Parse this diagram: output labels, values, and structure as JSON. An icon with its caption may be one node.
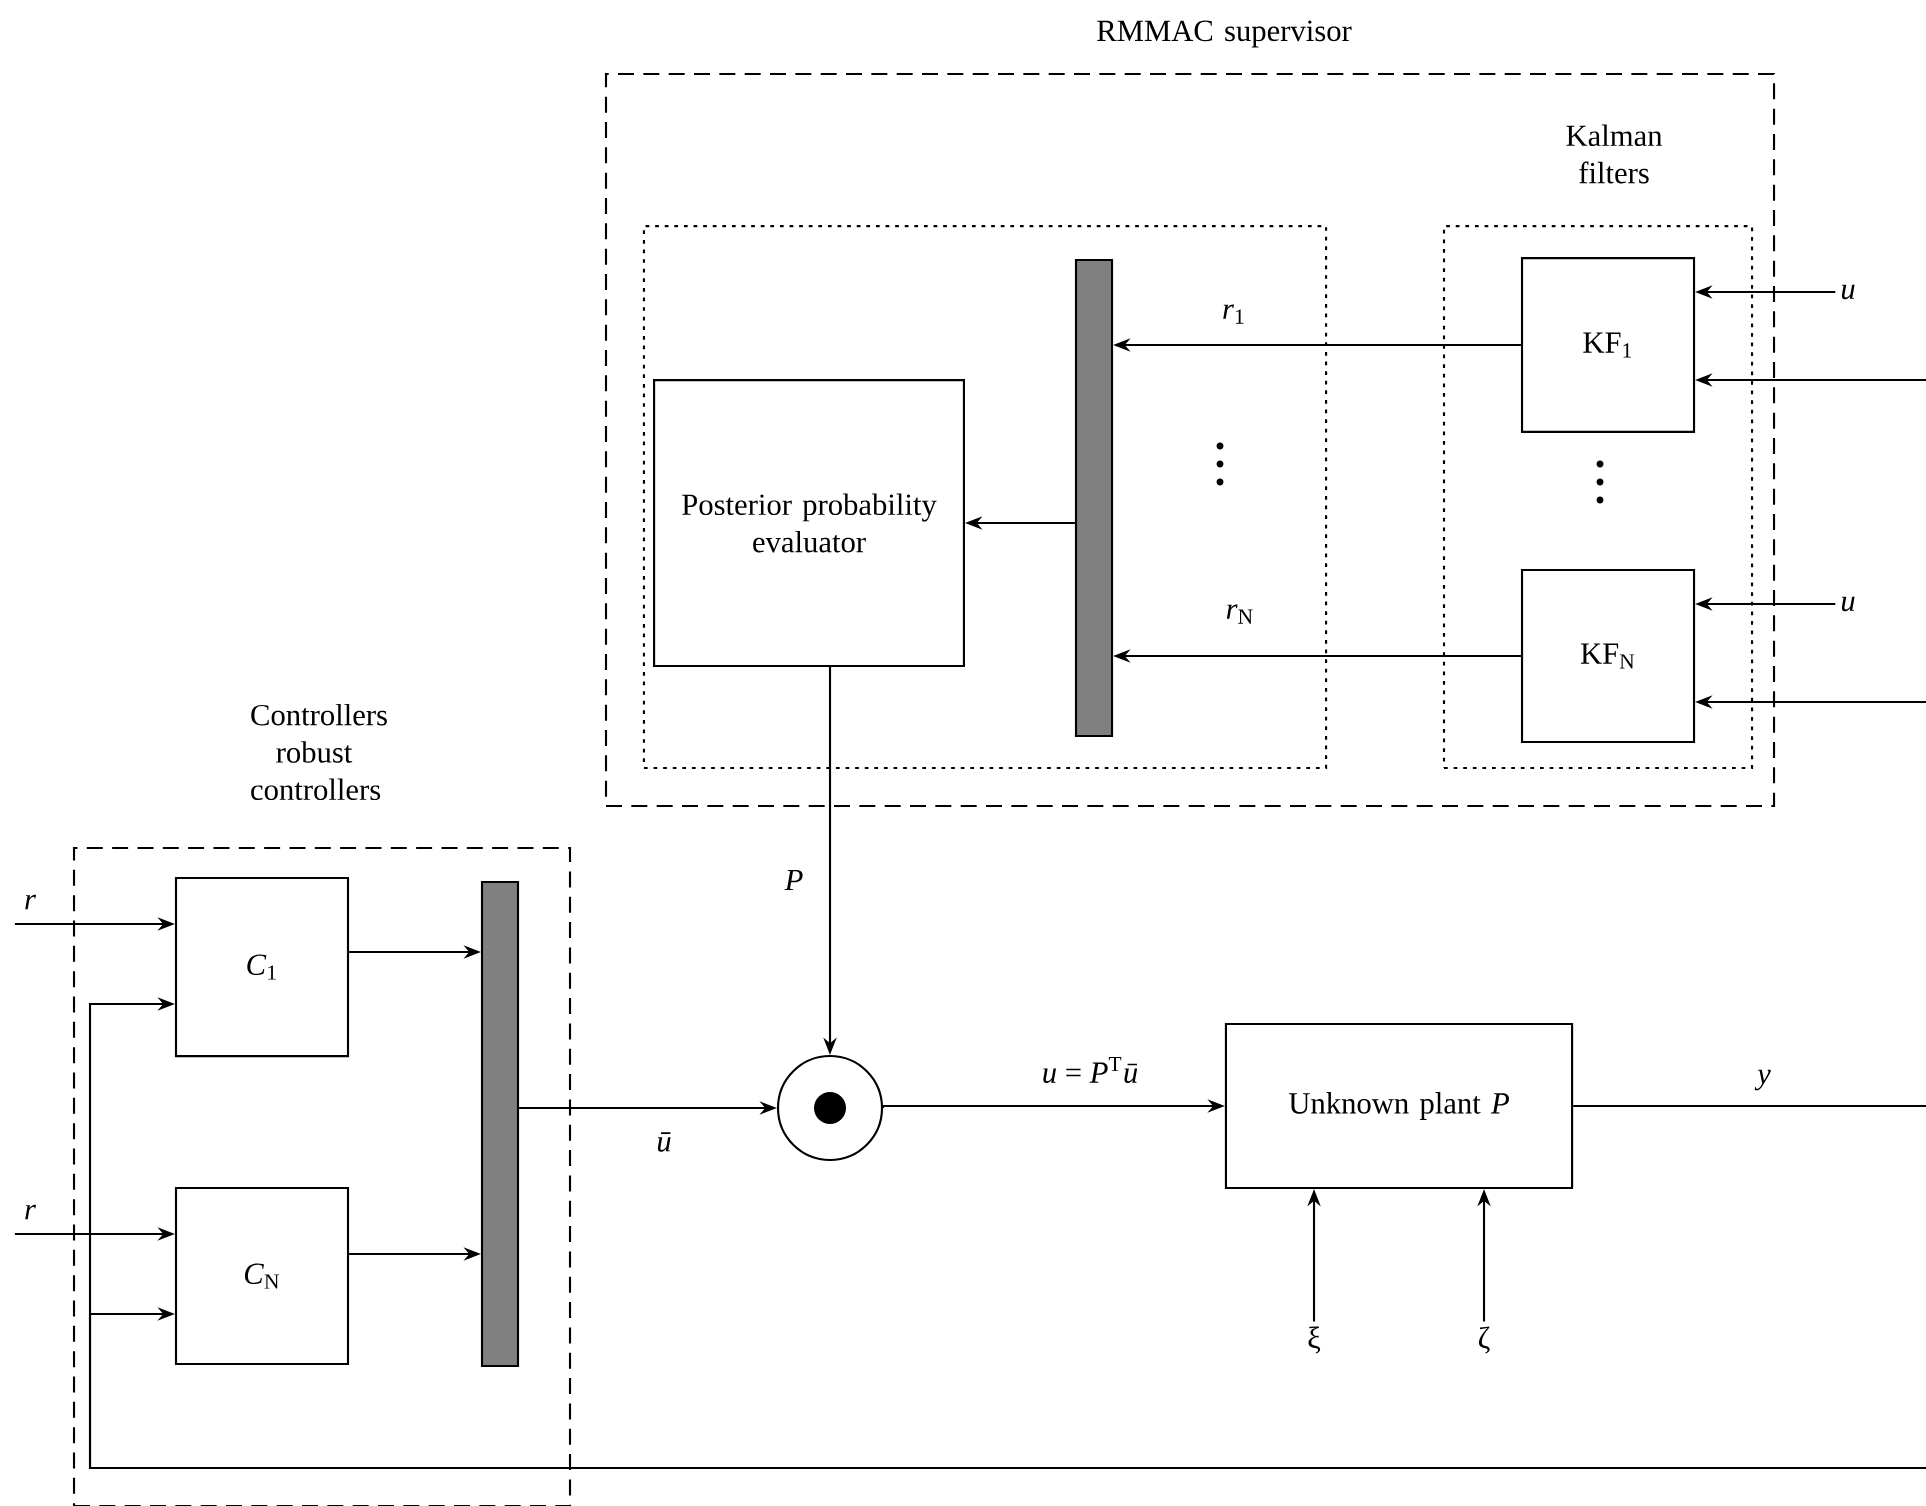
{
  "diagram": {
    "nodes": [
      {
        "text": [
          "RMMAC supervisor"
        ]
      },
      {
        "text": [],
        "shape": "box",
        "in": 0
      },
      {
        "text": [
          "Kalman filters"
        ],
        "in": 0
      },
      {
        "text": [
          "Posterior probability evaluator"
        ],
        "in": 1
      },
      {
        "text": [],
        "shape": "bar",
        "in": 1
      },
      {
        "text": [
          "KF$_{1}$"
        ],
        "in": 2
      },
      {
        "text": [
          "KF$_{N}$"
        ],
        "in": 2
      },
      {
        "text": [
          "Controllers robust controllers"
        ]
      },
      {
        "text": [
          "*C*$_{1}$"
        ],
        "in": 7
      },
      {
        "text": [
          "*C*$_{N}$"
        ],
        "in": 7
      },
      {
        "text": [],
        "shape": "bar",
        "in": 7
      },
      {
        "text": [],
        "shape": "circle"
      },
      {
        "text": [
          "Unknown plant *P*"
        ]
      },
      {
        "text": [
          "*u*"
        ]
      },
      {
        "text": [
          "*u*"
        ]
      },
      {
        "text": [
          "ξ"
        ]
      },
      {
        "text": [
          "ζ"
        ]
      }
    ],
    "edges": [
      {
        "from": 5,
        "to": 4,
        "arrow": "to",
        "label": "*r*$_{1}$"
      },
      {
        "from": 6,
        "to": 4,
        "arrow": "to",
        "label": "*r*$_{N}$"
      },
      {
        "from": 4,
        "to": 3,
        "arrow": "to"
      },
      {
        "from": 13,
        "to": 5,
        "arrow": "to"
      },
      {
        "from": null,
        "to": 5,
        "arrow": "to"
      },
      {
        "from": 14,
        "to": 6,
        "arrow": "to"
      },
      {
        "from": null,
        "to": 6,
        "arrow": "to"
      },
      {
        "from": 3,
        "to": 11,
        "arrow": "to",
        "label": "*P*"
      },
      {
        "from": null,
        "to": 8,
        "arrow": "to",
        "label": "*r*"
      },
      {
        "from": null,
        "to": 9,
        "arrow": "to",
        "label": "*r*"
      },
      {
        "from": null,
        "to": 8,
        "arrow": "to"
      },
      {
        "from": null,
        "to": 9,
        "arrow": "to"
      },
      {
        "from": 8,
        "to": 10,
        "arrow": "to"
      },
      {
        "from": 9,
        "to": 10,
        "arrow": "to"
      },
      {
        "from": 10,
        "to": 11,
        "arrow": "to",
        "label": "*ū*"
      },
      {
        "from": 11,
        "to": 12,
        "arrow": "to",
        "label": "*u* = *P*$^{T}$*ū*"
      },
      {
        "from": 15,
        "to": 12,
        "arrow": "to"
      },
      {
        "from": 16,
        "to": 12,
        "arrow": "to"
      },
      {
        "from": 12,
        "to": null,
        "arrow": "none",
        "label": "*y*"
      }
    ]
  }
}
